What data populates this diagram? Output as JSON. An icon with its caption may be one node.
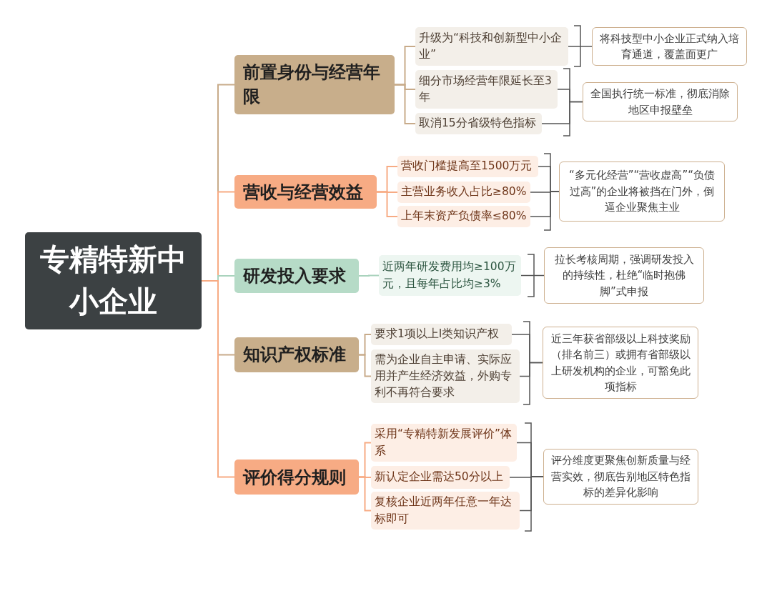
{
  "diagram": {
    "nodes": [
      {
        "text": [
          "专精特新中小企业"
        ]
      },
      {
        "text": [
          "前置身份与经营年限"
        ]
      },
      {
        "text": [
          "升级为“科技和创新型中小企业”"
        ]
      },
      {
        "text": [
          "细分市场经营年限延长至3年"
        ]
      },
      {
        "text": [
          "取消15分省级特色指标"
        ]
      },
      {
        "text": [
          "将科技型中小企业正式纳入培育通道，覆盖面更广"
        ]
      },
      {
        "text": [
          "全国执行统一标准，彻底消除地区申报壁垒"
        ]
      },
      {
        "text": [
          "营收与经营效益"
        ]
      },
      {
        "text": [
          "营收门槛提高至1500万元"
        ]
      },
      {
        "text": [
          "主营业务收入占比≥80%"
        ]
      },
      {
        "text": [
          "上年末资产负债率≤80%"
        ]
      },
      {
        "text": [
          "“多元化经营”“营收虚高”“负债过高”的企业将被挡在门外，倒逼企业聚焦主业"
        ]
      },
      {
        "text": [
          "研发投入要求"
        ]
      },
      {
        "text": [
          "近两年研发费用均≥100万元，且每年占比均≥3%"
        ]
      },
      {
        "text": [
          "拉长考核周期，强调研发投入的持续性，杜绝“临时抱佛脚”式申报"
        ]
      },
      {
        "text": [
          "知识产权标准"
        ]
      },
      {
        "text": [
          "要求1项以上Ⅰ类知识产权"
        ]
      },
      {
        "text": [
          "需为企业自主申请、实际应用并产生经济效益，外购专利不再符合要求"
        ]
      },
      {
        "text": [
          "近三年获省部级以上科技奖励（排名前三）或拥有省部级以上研发机构的企业，可豁免此项指标"
        ]
      },
      {
        "text": [
          "评价得分规则"
        ]
      },
      {
        "text": [
          "采用“专精特新发展评价”体系"
        ]
      },
      {
        "text": [
          "新认定企业需达50分以上"
        ]
      },
      {
        "text": [
          "复核企业近两年任意一年达标即可"
        ]
      },
      {
        "text": [
          "评分维度更聚焦创新质量与经营实效，彻底告别地区特色指标的差异化影响"
        ]
      }
    ],
    "edges": [
      {
        "from": 0,
        "to": 1,
        "arrow": "none",
        "color": "#c8ab8a"
      },
      {
        "from": 0,
        "to": 7,
        "arrow": "none",
        "color": "#f7ab84"
      },
      {
        "from": 0,
        "to": 12,
        "arrow": "none",
        "color": "#a9d3bd"
      },
      {
        "from": 0,
        "to": 15,
        "arrow": "none",
        "color": "#c8ab8a"
      },
      {
        "from": 0,
        "to": 19,
        "arrow": "none",
        "color": "#f7ab84"
      },
      {
        "from": 1,
        "to": 2,
        "arrow": "none",
        "color": "#c8ab8a"
      },
      {
        "from": 1,
        "to": 3,
        "arrow": "none",
        "color": "#c8ab8a"
      },
      {
        "from": 1,
        "to": 4,
        "arrow": "none",
        "color": "#c8ab8a"
      },
      {
        "from": 2,
        "to": 5,
        "arrow": "none"
      },
      {
        "from": 3,
        "to": 6,
        "arrow": "none"
      },
      {
        "from": 4,
        "to": 6,
        "arrow": "none"
      },
      {
        "from": 7,
        "to": 8,
        "arrow": "none",
        "color": "#f7ab84"
      },
      {
        "from": 7,
        "to": 9,
        "arrow": "none",
        "color": "#f7ab84"
      },
      {
        "from": 7,
        "to": 10,
        "arrow": "none",
        "color": "#f7ab84"
      },
      {
        "from": 8,
        "to": 11,
        "arrow": "none"
      },
      {
        "from": 9,
        "to": 11,
        "arrow": "none"
      },
      {
        "from": 10,
        "to": 11,
        "arrow": "none"
      },
      {
        "from": 12,
        "to": 13,
        "arrow": "none",
        "color": "#a9d3bd"
      },
      {
        "from": 13,
        "to": 14,
        "arrow": "none"
      },
      {
        "from": 15,
        "to": 16,
        "arrow": "none",
        "color": "#c8ab8a"
      },
      {
        "from": 15,
        "to": 17,
        "arrow": "none",
        "color": "#c8ab8a"
      },
      {
        "from": 16,
        "to": 18,
        "arrow": "none"
      },
      {
        "from": 17,
        "to": 18,
        "arrow": "none"
      },
      {
        "from": 19,
        "to": 20,
        "arrow": "none",
        "color": "#f7ab84"
      },
      {
        "from": 19,
        "to": 21,
        "arrow": "none",
        "color": "#f7ab84"
      },
      {
        "from": 19,
        "to": 22,
        "arrow": "none",
        "color": "#f7ab84"
      },
      {
        "from": 20,
        "to": 23,
        "arrow": "none"
      },
      {
        "from": 21,
        "to": 23,
        "arrow": "none"
      },
      {
        "from": 22,
        "to": 23,
        "arrow": "none"
      }
    ]
  }
}
